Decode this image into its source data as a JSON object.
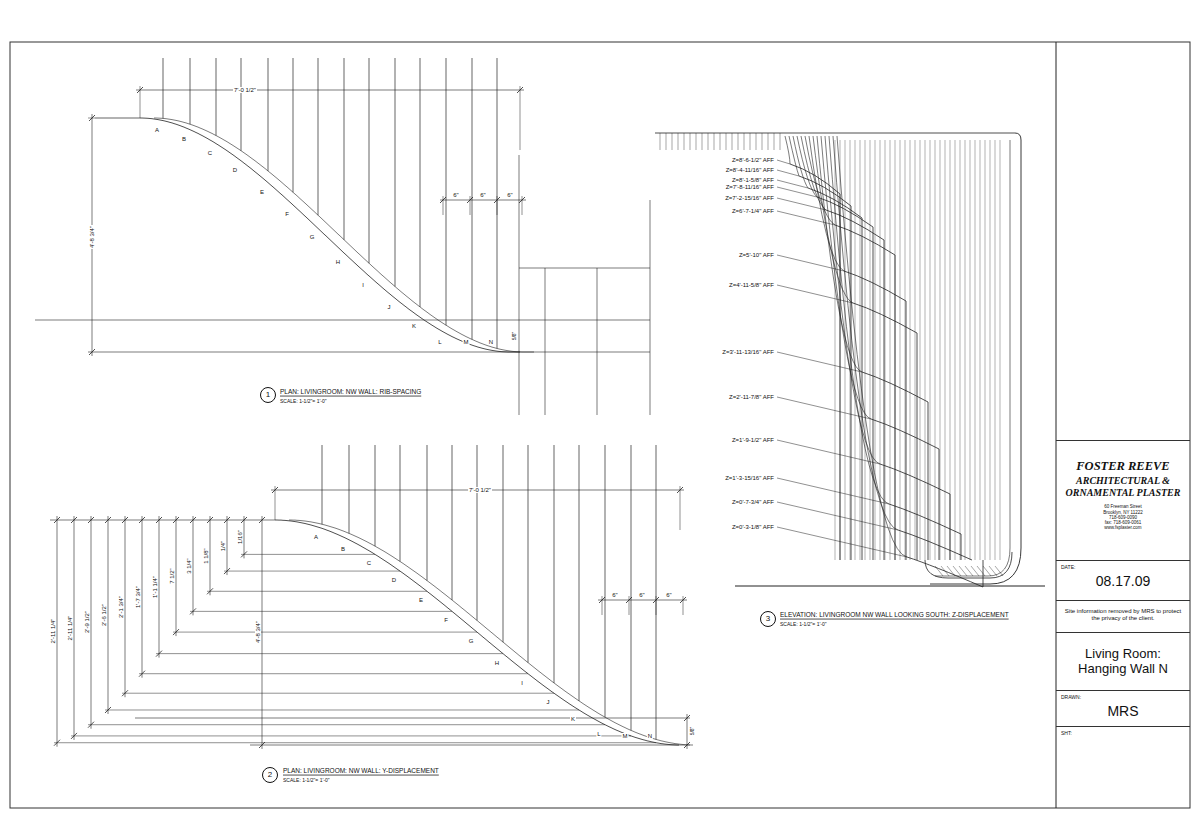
{
  "diagram": {
    "nodes": [
      {
        "text": [
          "FOSTER REEVE",
          "ARCHITECTURAL & ORNAMENTAL PLASTER",
          "60 Freeman Street",
          "Brooklyn, NY 11222",
          "718-609-0090",
          "fax: 718-609-0061",
          "www.fsplaster.com"
        ]
      },
      {
        "text": [
          "DATE:",
          "08.17.09"
        ]
      },
      {
        "text": [
          "Site information removed by MRS to protect the privacy of the client."
        ]
      },
      {
        "text": [
          "Living Room: Hanging Wall N"
        ]
      },
      {
        "text": [
          "DRAWN:",
          "MRS"
        ]
      },
      {
        "text": [
          "SHT:"
        ]
      },
      {
        "text": [
          "1"
        ]
      },
      {
        "text": [
          "2"
        ]
      },
      {
        "text": [
          "3"
        ]
      }
    ],
    "labels": [
      "A",
      "B",
      "C",
      "D",
      "E",
      "F",
      "G",
      "H",
      "I",
      "J",
      "K",
      "L",
      "M",
      "N",
      "A",
      "B",
      "C",
      "D",
      "E",
      "F",
      "G",
      "H",
      "I",
      "J",
      "K",
      "L",
      "M",
      "N",
      "7'-0 1/2\"",
      "6\"",
      "6\"",
      "6\"",
      "4'-8 3/4\"",
      "5/8\"",
      "PLAN: LIVINGROOM: NW WALL: RIB-SPACING",
      "SCALE: 1-1/2\"= 1'-0\"",
      "7'-0 1/2\"",
      "6\"",
      "6\"",
      "6\"",
      "4'-8 3/4\"",
      "5/8\"",
      "2'-11 1/4\"",
      "2'-11 1/4\"",
      "2'-9 1/2\"",
      "2'-6 1/2\"",
      "2'-1 3/4\"",
      "1'-7 3/4\"",
      "1'-1 1/4\"",
      "7 1/2\"",
      "3 1/4\"",
      "1 1/8\"",
      "1/4\"",
      "1/16\"",
      "PLAN: LIVINGROOM: NW WALL: Y-DISPLACEMENT",
      "SCALE: 1-1/2\"= 1'-0\"",
      "Z=8'-6-1/2\" AFF",
      "Z=8'-4-11/16\" AFF",
      "Z=8'-1-5/8\" AFF",
      "Z=7'-8-11/16\" AFF",
      "Z=7'-2-15/16\" AFF",
      "Z=6'-7-1/4\" AFF",
      "Z=5'-10\" AFF",
      "Z=4'-11-5/8\" AFF",
      "Z=3'-11-13/16\" AFF",
      "Z=2'-11-7/8\" AFF",
      "Z=1'-9-1/2\" AFF",
      "Z=1'-3-15/16\" AFF",
      "Z=0'-7-3/4\" AFF",
      "Z=0'-3-1/8\" AFF",
      "ELEVATION: LIVINGROOM NW WALL LOOKING SOUTH: Z-DISPLACEMENT",
      "SCALE: 1-1/2\"= 1'-0\""
    ]
  }
}
